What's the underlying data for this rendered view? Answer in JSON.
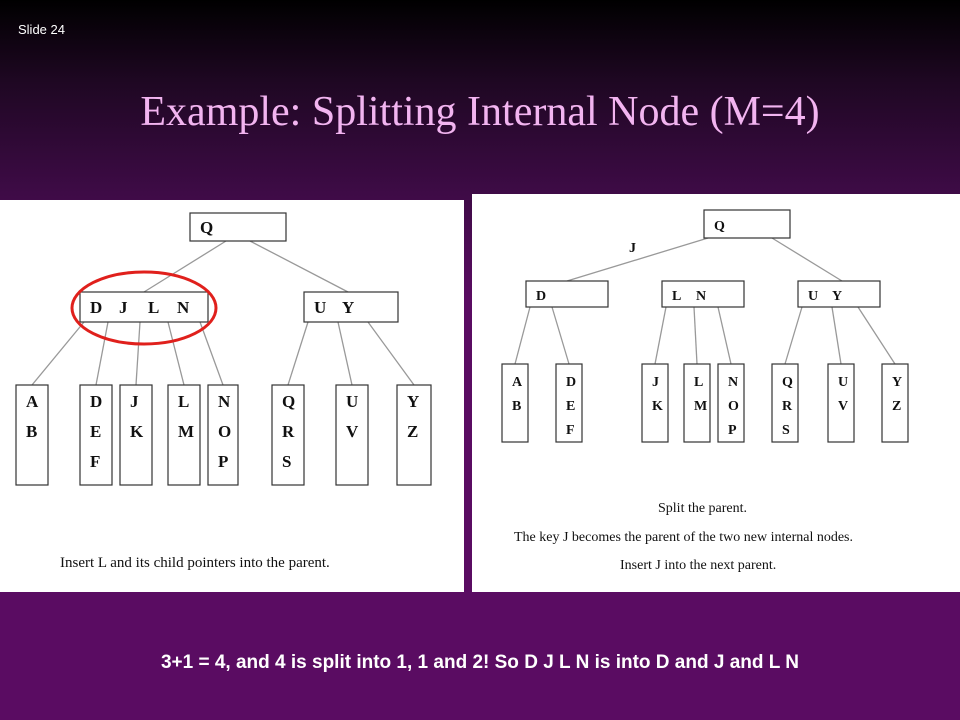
{
  "slide_label": "Slide 24",
  "title": "Example: Splitting Internal Node (M=4)",
  "caption": "3+1 = 4, and 4 is split into 1, 1 and 2! So D J L N is into D and J and L N",
  "left": {
    "root": "Q",
    "internal": [
      {
        "keys": [
          "D",
          "J",
          "L",
          "N"
        ]
      },
      {
        "keys": [
          "U",
          "Y"
        ]
      }
    ],
    "leaves": [
      [
        "A",
        "B"
      ],
      [
        "D",
        "E",
        "F"
      ],
      [
        "J",
        "K"
      ],
      [
        "L",
        "M"
      ],
      [
        "N",
        "O",
        "P"
      ],
      [
        "Q",
        "R",
        "S"
      ],
      [
        "U",
        "V"
      ],
      [
        "Y",
        "Z"
      ]
    ],
    "note": "Insert L and its child pointers into the parent.",
    "highlight_color": "#e0201c"
  },
  "right": {
    "root": "Q",
    "promoted_key": "J",
    "internal": [
      {
        "keys": [
          "D"
        ]
      },
      {
        "keys": [
          "L",
          "N"
        ]
      },
      {
        "keys": [
          "U",
          "Y"
        ]
      }
    ],
    "leaves": [
      [
        "A",
        "B"
      ],
      [
        "D",
        "E",
        "F"
      ],
      [
        "J",
        "K"
      ],
      [
        "L",
        "M"
      ],
      [
        "N",
        "O",
        "P"
      ],
      [
        "Q",
        "R",
        "S"
      ],
      [
        "U",
        "V"
      ],
      [
        "Y",
        "Z"
      ]
    ],
    "notes": [
      "Split the parent.",
      "The key J becomes the parent of the two new internal nodes.",
      "Insert J into the next parent."
    ]
  },
  "colors": {
    "title": "#f2b4f0",
    "caption": "#ffffff"
  }
}
